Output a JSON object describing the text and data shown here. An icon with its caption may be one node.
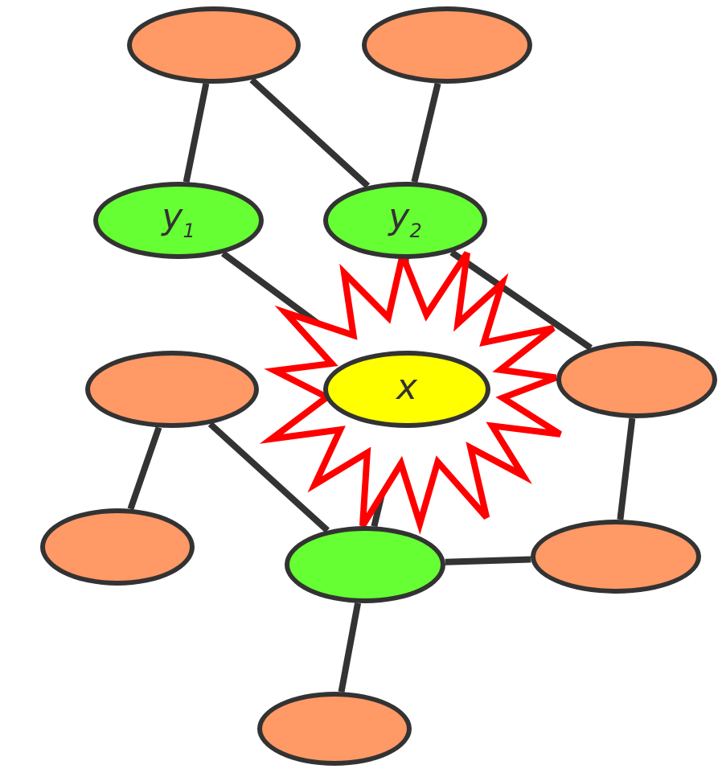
{
  "diagram": {
    "nodes": [
      {
        "text": [],
        "shape": "ellipse"
      },
      {
        "text": [],
        "shape": "ellipse"
      },
      {
        "text": [
          "y$_{1}$"
        ]
      },
      {
        "text": [
          "y$_{2}$"
        ]
      },
      {
        "text": [],
        "shape": "ellipse"
      },
      {
        "text": [
          "x"
        ]
      },
      {
        "text": [],
        "shape": "ellipse"
      },
      {
        "text": [],
        "shape": "ellipse"
      },
      {
        "text": [],
        "shape": "ellipse"
      },
      {
        "text": [],
        "shape": "ellipse"
      },
      {
        "text": [],
        "shape": "ellipse"
      }
    ],
    "edges": [
      {
        "from": 0,
        "to": 2,
        "arrow": "none"
      },
      {
        "from": 0,
        "to": 3,
        "arrow": "none"
      },
      {
        "from": 1,
        "to": 3,
        "arrow": "none"
      },
      {
        "from": 2,
        "to": 5,
        "arrow": "none"
      },
      {
        "from": 3,
        "to": 5,
        "arrow": "none"
      },
      {
        "from": 3,
        "to": 6,
        "arrow": "none"
      },
      {
        "from": 4,
        "to": 7,
        "arrow": "none"
      },
      {
        "from": 4,
        "to": 8,
        "arrow": "none"
      },
      {
        "from": 5,
        "to": 8,
        "arrow": "none"
      },
      {
        "from": 8,
        "to": 9,
        "arrow": "none"
      },
      {
        "from": 6,
        "to": 9,
        "arrow": "none"
      },
      {
        "from": 8,
        "to": 10,
        "arrow": "none"
      }
    ]
  }
}
